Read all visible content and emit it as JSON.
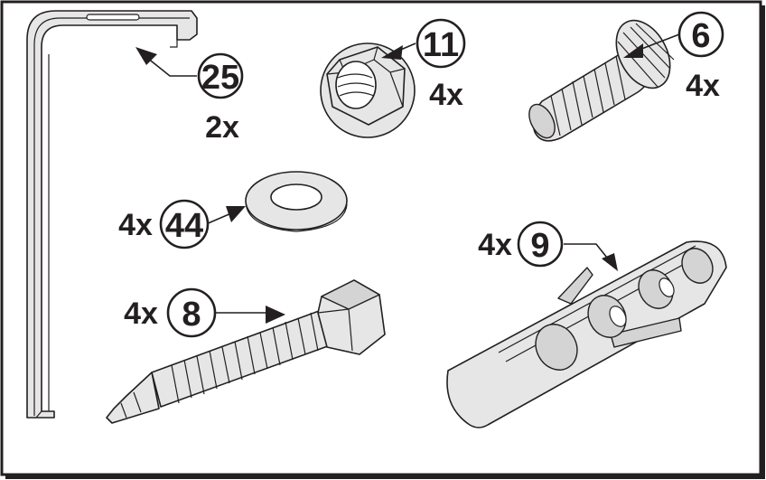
{
  "callouts": {
    "c25": "25",
    "c11": "11",
    "c6": "6",
    "c44": "44",
    "c9": "9",
    "c8": "8"
  },
  "quantities": {
    "q25": "2x",
    "q11": "4x",
    "q6": "4x",
    "q44": "4x",
    "q9": "4x",
    "q8": "4x"
  },
  "colors": {
    "line": "#231f20",
    "part_fill": "#e6e6e6",
    "background": "#ffffff"
  }
}
